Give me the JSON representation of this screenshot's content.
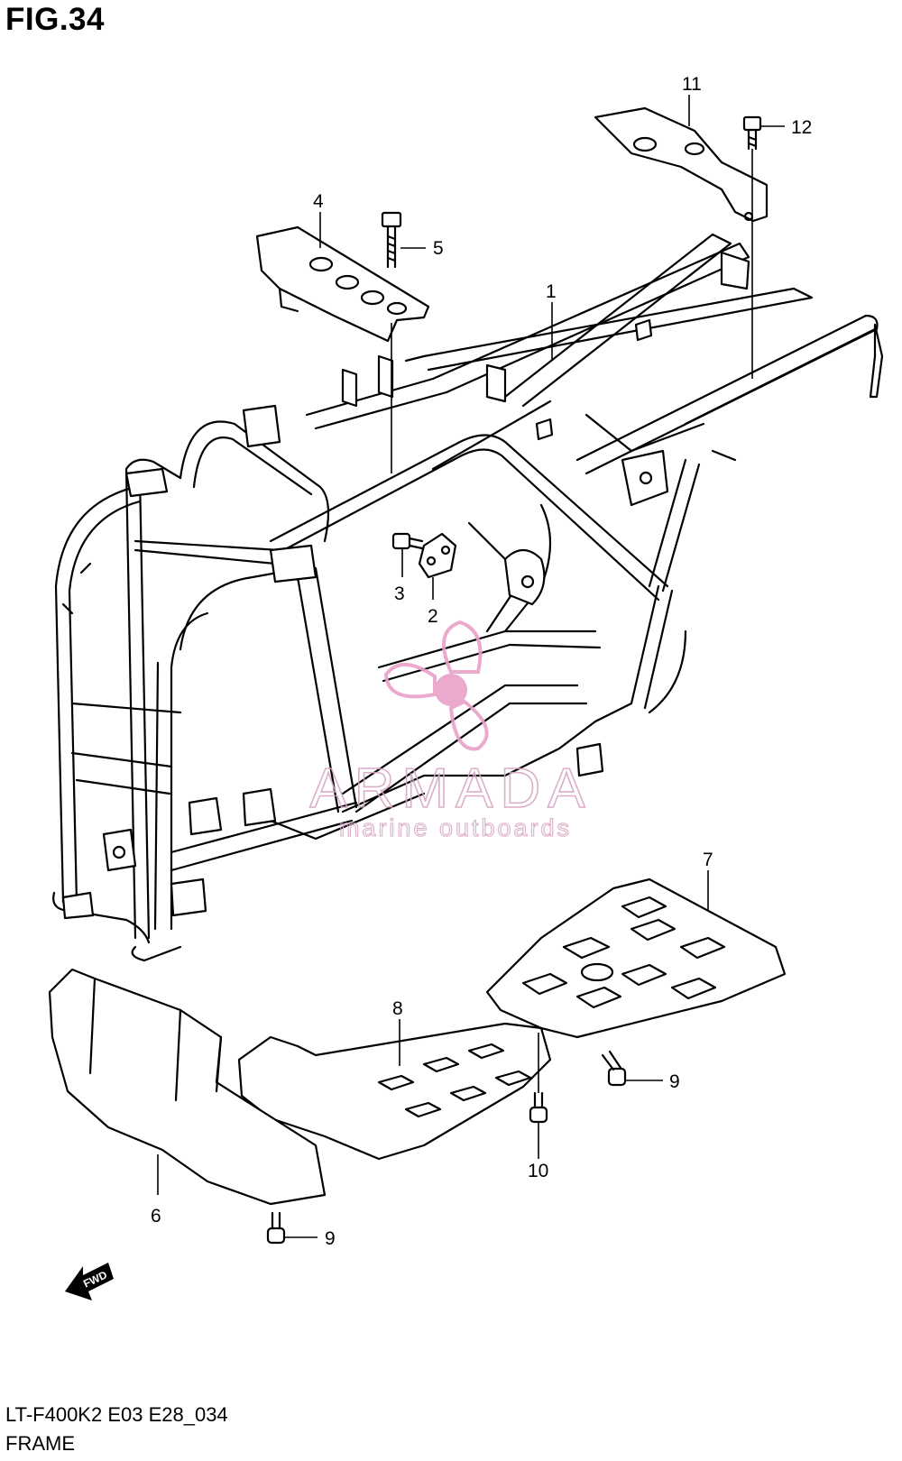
{
  "figure": {
    "title": "FIG.34",
    "model_code": "LT-F400K2 E03 E28_034",
    "section_name": "FRAME"
  },
  "callouts": [
    {
      "id": "1",
      "label": "1"
    },
    {
      "id": "2",
      "label": "2"
    },
    {
      "id": "3",
      "label": "3"
    },
    {
      "id": "4",
      "label": "4"
    },
    {
      "id": "5",
      "label": "5"
    },
    {
      "id": "6",
      "label": "6"
    },
    {
      "id": "7",
      "label": "7"
    },
    {
      "id": "8",
      "label": "8"
    },
    {
      "id": "9a",
      "label": "9"
    },
    {
      "id": "9b",
      "label": "9"
    },
    {
      "id": "10",
      "label": "10"
    },
    {
      "id": "11",
      "label": "11"
    },
    {
      "id": "12",
      "label": "12"
    }
  ],
  "watermark": {
    "brand": "ARMADA",
    "tagline": "marine outboards",
    "color": "#d8a6c4",
    "accent": "#e8a0c8"
  },
  "direction_marker": {
    "label": "FWD",
    "icon": "arrow-icon"
  }
}
